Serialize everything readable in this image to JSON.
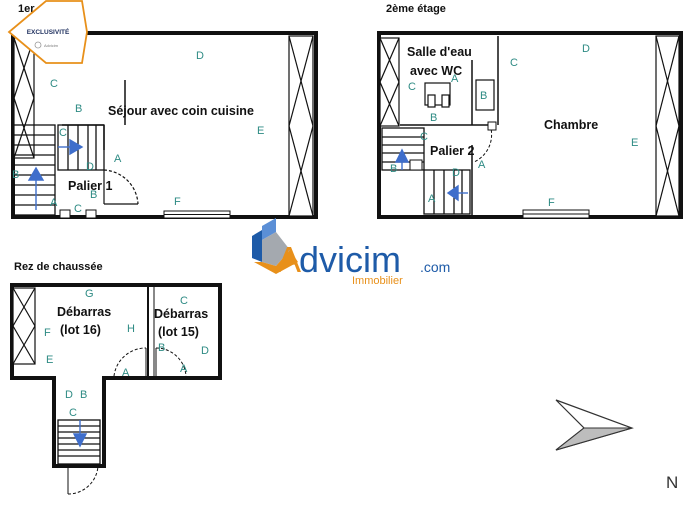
{
  "floors": {
    "first_label": "1er étage",
    "second_label": "2ème étage",
    "ground_label": "Rez de chaussée"
  },
  "rooms": {
    "sejour": "Séjour avec coin cuisine",
    "palier1": "Palier 1",
    "salle_line1": "Salle d'eau",
    "salle_line2": "avec WC",
    "palier2": "Palier 2",
    "chambre": "Chambre",
    "debarras16_line1": "Débarras",
    "debarras16_line2": "(lot 16)",
    "debarras15_line1": "Débarras",
    "debarras15_line2": "(lot 15)"
  },
  "wall_letters": {
    "first": [
      "C",
      "D",
      "B",
      "E",
      "C",
      "A",
      "D",
      "B",
      "A",
      "B",
      "C",
      "F"
    ],
    "second": [
      "C",
      "A",
      "B",
      "C",
      "D",
      "C",
      "B",
      "A",
      "D",
      "B",
      "A",
      "E",
      "F"
    ],
    "ground": [
      "G",
      "C",
      "F",
      "H",
      "B",
      "D",
      "E",
      "A",
      "A",
      "D",
      "B",
      "C"
    ]
  },
  "brand": {
    "name_initial": "A",
    "name_rest": "dvicim",
    "domain": ".com",
    "sub": "Immobilier",
    "colors": {
      "blue": "#1e5ba8",
      "orange": "#e8901a",
      "light_blue": "#5b8fd6",
      "gray": "#9aa0a6"
    }
  },
  "badge": {
    "title": "EXCLUSIVITÉ",
    "brand_small": "Advicim",
    "colors": {
      "border": "#e8901a",
      "text": "#1e2f5e"
    }
  },
  "compass": {
    "label": "N"
  },
  "colors": {
    "wall": "#111111",
    "letter": "#2e8b84",
    "arrow": "#3f6ecb"
  }
}
